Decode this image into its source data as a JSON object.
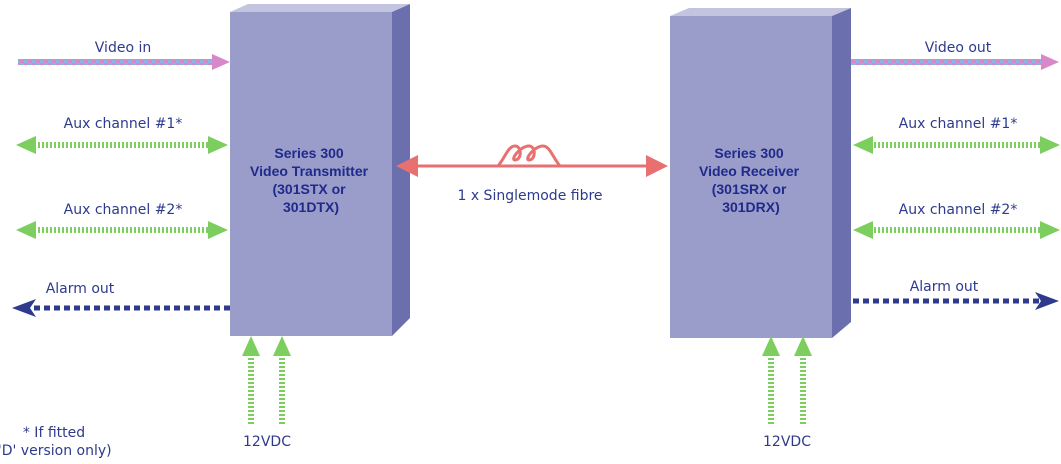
{
  "transmitter": {
    "lines": [
      "Series 300",
      "Video Transmitter",
      "(301STX or",
      "301DTX)"
    ],
    "signals": {
      "video_in": "Video in",
      "aux1": "Aux channel #1*",
      "aux2": "Aux channel #2*",
      "alarm": "Alarm out",
      "power": "12VDC"
    }
  },
  "receiver": {
    "lines": [
      "Series 300",
      "Video Receiver",
      "(301SRX or",
      "301DRX)"
    ],
    "signals": {
      "video_out": "Video out",
      "aux1": "Aux channel #1*",
      "aux2": "Aux channel #2*",
      "alarm": "Alarm out",
      "power": "12VDC"
    }
  },
  "link": {
    "label": "1 x Singlemode fibre"
  },
  "footnote": {
    "line1": "* If fitted",
    "line2": "('D' version only)"
  },
  "colors": {
    "box_front": "#9a9cc9",
    "box_side": "#6b6fae",
    "box_top": "#c3c5e0",
    "video_pink": "#d888c8",
    "video_blue": "#8ab4e8",
    "aux_green": "#7ccf5e",
    "alarm_navy": "#2e3a8c",
    "fibre_red": "#e87070",
    "text": "#2e3a8c"
  }
}
